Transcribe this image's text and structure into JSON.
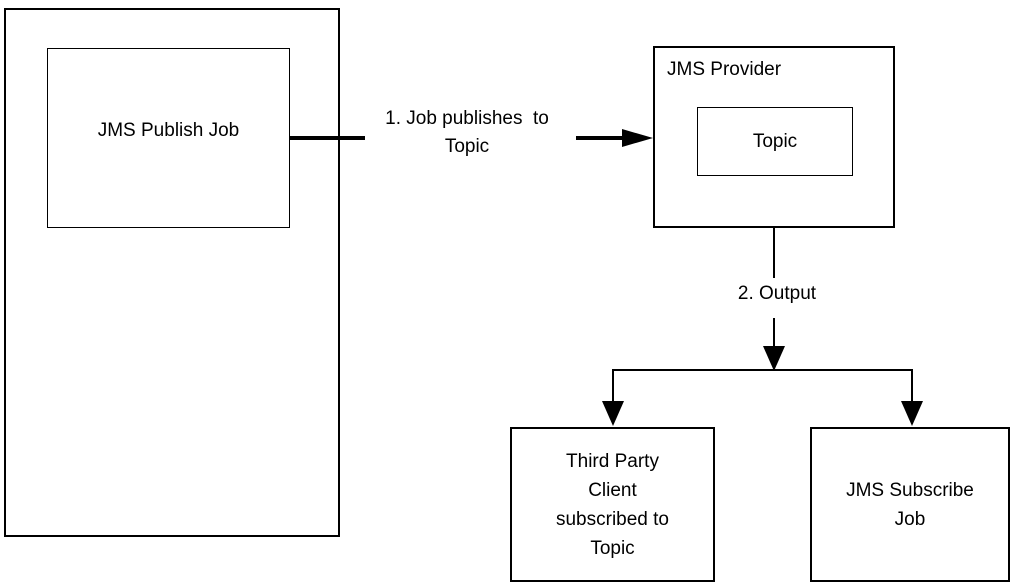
{
  "palette": {
    "background": "#ffffff",
    "line": "#000000",
    "text": "#000000"
  },
  "nodes": {
    "publish_job": {
      "label": "JMS Publish Job"
    },
    "provider": {
      "label": "JMS Provider"
    },
    "topic": {
      "label": "Topic"
    },
    "third_party": {
      "label": "Third Party\nClient\nsubscribed to\nTopic"
    },
    "subscribe_job": {
      "label": "JMS Subscribe\nJob"
    }
  },
  "edges": {
    "publish": {
      "label": "1. Job publishes  to\nTopic"
    },
    "output": {
      "label": "2. Output"
    }
  }
}
